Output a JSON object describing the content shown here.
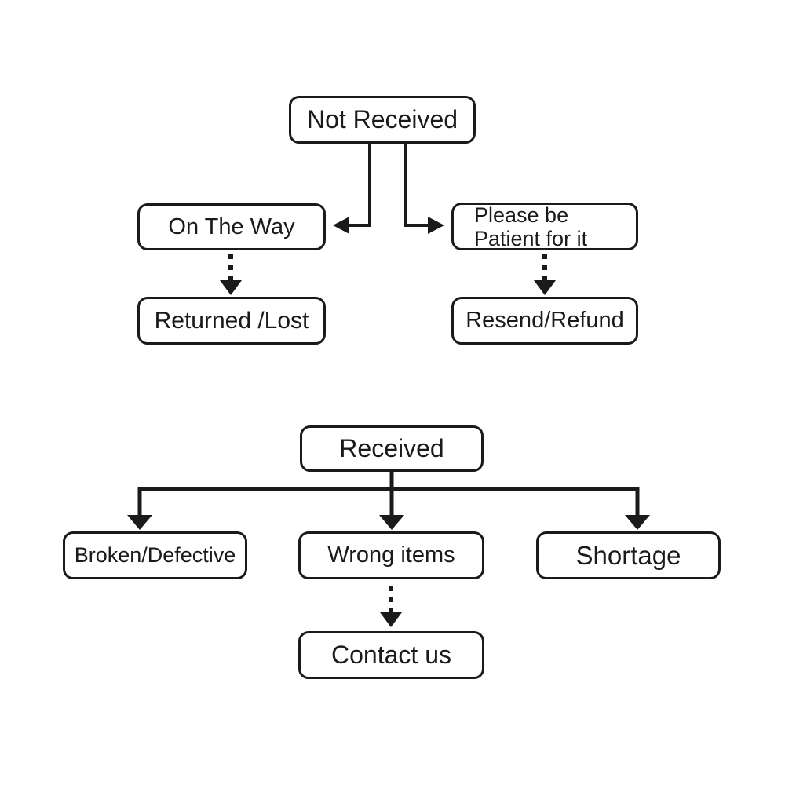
{
  "diagram": {
    "type": "flowchart",
    "colors": {
      "background": "#ffffff",
      "line": "#1a1a1a",
      "box_border": "#1a1a1a",
      "text": "#1a1a1a"
    },
    "nodes": {
      "not_received": {
        "label": "Not Received"
      },
      "on_the_way": {
        "label": "On The Way"
      },
      "please_be_patient": {
        "lines": [
          "Please be",
          "Patient for it"
        ]
      },
      "returned_lost": {
        "label": "Returned /Lost"
      },
      "resend_refund": {
        "label": "Resend/Refund"
      },
      "received": {
        "label": "Received"
      },
      "broken_defective": {
        "label": "Broken/Defective"
      },
      "wrong_items": {
        "label": "Wrong items"
      },
      "shortage": {
        "label": "Shortage"
      },
      "contact_us": {
        "label": "Contact us"
      }
    },
    "edges": [
      {
        "from": "not_received",
        "to": "on_the_way",
        "style": "solid-elbow-arrow"
      },
      {
        "from": "not_received",
        "to": "please_be_patient",
        "style": "solid-elbow-arrow"
      },
      {
        "from": "on_the_way",
        "to": "returned_lost",
        "style": "dashed-arrow"
      },
      {
        "from": "please_be_patient",
        "to": "resend_refund",
        "style": "dashed-arrow"
      },
      {
        "from": "received",
        "to": "broken_defective",
        "style": "solid-elbow-arrow"
      },
      {
        "from": "received",
        "to": "wrong_items",
        "style": "solid-arrow"
      },
      {
        "from": "received",
        "to": "shortage",
        "style": "solid-elbow-arrow"
      },
      {
        "from": "wrong_items",
        "to": "contact_us",
        "style": "dashed-arrow"
      }
    ]
  }
}
